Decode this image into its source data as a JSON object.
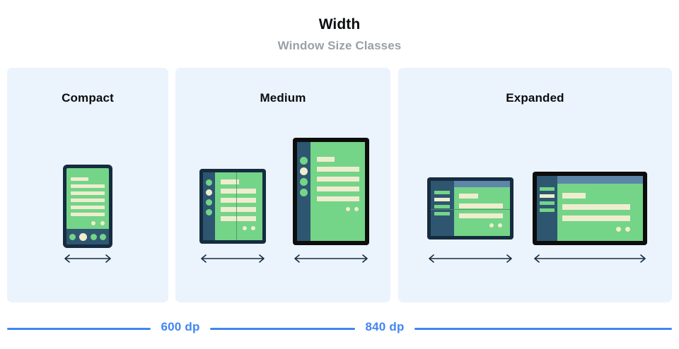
{
  "header": {
    "title": "Width",
    "subtitle": "Window Size Classes"
  },
  "colors": {
    "panel_background": "#ebf3fd",
    "device_frame_navy": "#152c40",
    "device_frame_black": "#0d0d0d",
    "screen_green": "#74d488",
    "content_cream": "#efedcf",
    "rail_slate": "#2e5670",
    "top_strip_blue": "#5d86a8",
    "measure_blue": "#4285f4",
    "title_black": "#0b0d0f",
    "subtitle_gray": "#9aa0a6"
  },
  "panels": [
    {
      "id": "compact",
      "title": "Compact",
      "devices": [
        {
          "id": "phone-portrait",
          "kind": "phone",
          "frame": "navy",
          "nav": "bottom-bar",
          "nav_dots": 4,
          "nav_active_index": 1,
          "content_lines": 6,
          "content_dots": 2,
          "folded": false
        }
      ]
    },
    {
      "id": "medium",
      "title": "Medium",
      "devices": [
        {
          "id": "foldable-portrait",
          "kind": "foldable",
          "frame": "navy",
          "nav": "left-rail-dots",
          "nav_dots": 4,
          "nav_active_index": 2,
          "content_lines": 5,
          "content_dots": 2,
          "folded": true,
          "fold_axis": "vertical"
        },
        {
          "id": "tablet-portrait",
          "kind": "tablet",
          "frame": "black",
          "nav": "left-rail-dots",
          "nav_dots": 4,
          "nav_active_index": 2,
          "content_lines": 5,
          "content_dots": 2,
          "folded": false
        }
      ]
    },
    {
      "id": "expanded",
      "title": "Expanded",
      "devices": [
        {
          "id": "foldable-landscape",
          "kind": "foldable",
          "frame": "navy",
          "nav": "left-rail-bars",
          "nav_bars": 4,
          "nav_active_index": 2,
          "content_lines": 3,
          "content_dots": 2,
          "folded": true,
          "fold_axis": "horizontal",
          "top_strip": true
        },
        {
          "id": "tablet-landscape",
          "kind": "tablet",
          "frame": "black",
          "nav": "left-rail-bars",
          "nav_bars": 4,
          "nav_active_index": 2,
          "content_lines": 3,
          "content_dots": 2,
          "folded": false,
          "top_strip": true
        }
      ]
    }
  ],
  "arrows": [
    {
      "id": "arrow-phone",
      "label": "width-arrow"
    },
    {
      "id": "arrow-foldable-portrait",
      "label": "width-arrow"
    },
    {
      "id": "arrow-tablet-portrait",
      "label": "width-arrow"
    },
    {
      "id": "arrow-foldable-landscape",
      "label": "width-arrow"
    },
    {
      "id": "arrow-tablet-landscape",
      "label": "width-arrow"
    }
  ],
  "measurements": [
    {
      "id": "breakpoint-600",
      "label": "600 dp"
    },
    {
      "id": "breakpoint-840",
      "label": "840 dp"
    }
  ]
}
